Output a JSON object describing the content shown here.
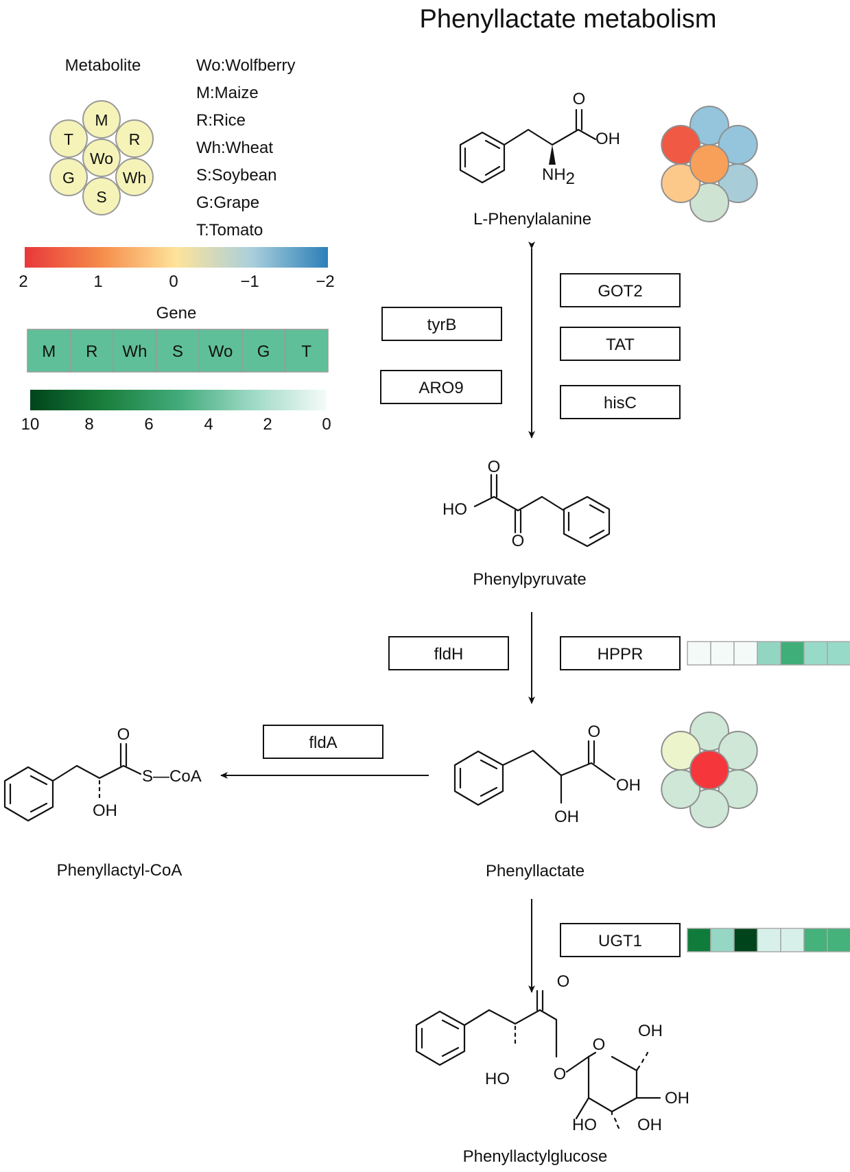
{
  "title": "Phenyllactate metabolism",
  "legend": {
    "metabolite_label": "Metabolite",
    "circle_labels": {
      "center": "Wo",
      "top": "M",
      "top_right": "R",
      "bottom_right": "Wh",
      "bottom": "S",
      "bottom_left": "G",
      "top_left": "T"
    },
    "abbreviations": [
      "Wo:Wolfberry",
      "M:Maize",
      "R:Rice",
      "Wh:Wheat",
      "S:Soybean",
      "G:Grape",
      "T:Tomato"
    ],
    "metabolite_scale": {
      "ticks": [
        "2",
        "1",
        "0",
        "−1",
        "−2"
      ],
      "colors": [
        "#e8383b",
        "#f58b4a",
        "#fee39a",
        "#a9cfdc",
        "#2c7fb8"
      ]
    },
    "gene_label": "Gene",
    "gene_bar": {
      "labels": [
        "M",
        "R",
        "Wh",
        "S",
        "Wo",
        "G",
        "T"
      ],
      "color": "#5fbf98"
    },
    "gene_scale": {
      "ticks": [
        "10",
        "8",
        "6",
        "4",
        "2",
        "0"
      ],
      "colors": [
        "#00441b",
        "#1a7f3c",
        "#41ab7a",
        "#9ed9c6",
        "#f5fbf8"
      ]
    }
  },
  "compounds": {
    "phe": "L-Phenylalanine",
    "phepyr": "Phenylpyruvate",
    "phelac": "Phenyllactate",
    "phelaccoa": "Phenyllactyl-CoA",
    "phelacglc": "Phenyllactylglucose"
  },
  "atom_labels": {
    "o": "O",
    "oh": "OH",
    "ho": "HO",
    "nh2": "NH",
    "sub2": "2",
    "s_coa": "S—CoA"
  },
  "enzymes": {
    "tyrB": "tyrB",
    "ARO9": "ARO9",
    "GOT2": "GOT2",
    "TAT": "TAT",
    "hisC": "hisC",
    "fldH": "fldH",
    "HPPR": "HPPR",
    "fldA": "fldA",
    "UGT1": "UGT1"
  },
  "metabolite_circles": {
    "order": [
      "center",
      "top",
      "top_right",
      "bottom_right",
      "bottom",
      "bottom_left",
      "top_left"
    ],
    "phe": [
      "#f8a05a",
      "#94c5dd",
      "#94c5dd",
      "#a8cdd8",
      "#cfe3d3",
      "#fdc98a",
      "#f05a44"
    ],
    "phelac": [
      "#f5373c",
      "#cfe7d6",
      "#cfe7d6",
      "#cfe7d6",
      "#cfe7d6",
      "#cfe7d6",
      "#ecf4cc"
    ]
  },
  "gene_expression": {
    "HPPR": [
      "#f4faf8",
      "#f4faf8",
      "#f4faf8",
      "#92d6c2",
      "#3fae78",
      "#97dac7",
      "#97dac7"
    ],
    "UGT1": [
      "#107c3b",
      "#95d7c4",
      "#00441b",
      "#d7f1ea",
      "#d7f1ea",
      "#45b17b",
      "#45b17b"
    ]
  }
}
